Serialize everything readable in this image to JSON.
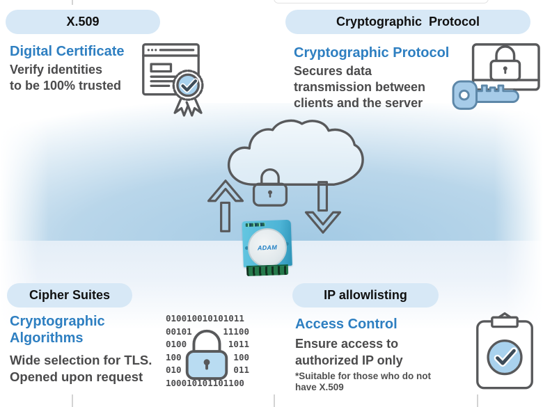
{
  "colors": {
    "accent_blue": "#2e7fc1",
    "badge_bg": "#d7e8f6",
    "body_text": "#4a4a4b",
    "icon_outline": "#58595b",
    "icon_fill_blue": "#a9d2ee",
    "band_blue": "#a3cae4",
    "device_blue": "#4db4d6"
  },
  "quadrants": {
    "top_left": {
      "badge": "X.509",
      "title": "Digital Certificate",
      "line1": "Verify identities",
      "line2": "to be 100% trusted",
      "icon": "certificate-badge-icon"
    },
    "top_right": {
      "badge": "Cryptographic  Protocol",
      "title": "Cryptographic Protocol",
      "line1": "Secures data",
      "line2": "transmission between",
      "line3": "clients and the server",
      "icon": "monitor-lock-key-icon"
    },
    "bottom_left": {
      "badge": "Cipher Suites",
      "title_line1": "Cryptographic",
      "title_line2": "Algorithms",
      "line1": "Wide selection for TLS.",
      "line2": "Opened upon request",
      "icon": "binary-lock-icon",
      "binary": {
        "row1": "010010010101011",
        "row2_left": "00101",
        "row2_right": "11100",
        "row3_left": "0100",
        "row3_right": "1011",
        "row4_left": "100",
        "row4_right": "100",
        "row5_left": "010",
        "row5_right": "011",
        "row6": "100010101101100"
      }
    },
    "bottom_right": {
      "badge": "IP allowlisting",
      "title": "Access Control",
      "line1": "Ensure access to",
      "line2": "authorized IP only",
      "note_line1": "*Suitable for those who do not",
      "note_line2": "have X.509",
      "icon": "clipboard-check-icon"
    }
  },
  "center": {
    "device_label": "ADAM",
    "cloud_icon": "cloud-icon",
    "lock_icon": "padlock-icon",
    "up_arrow_icon": "upload-arrow-icon",
    "down_arrow_icon": "download-arrow-icon"
  }
}
